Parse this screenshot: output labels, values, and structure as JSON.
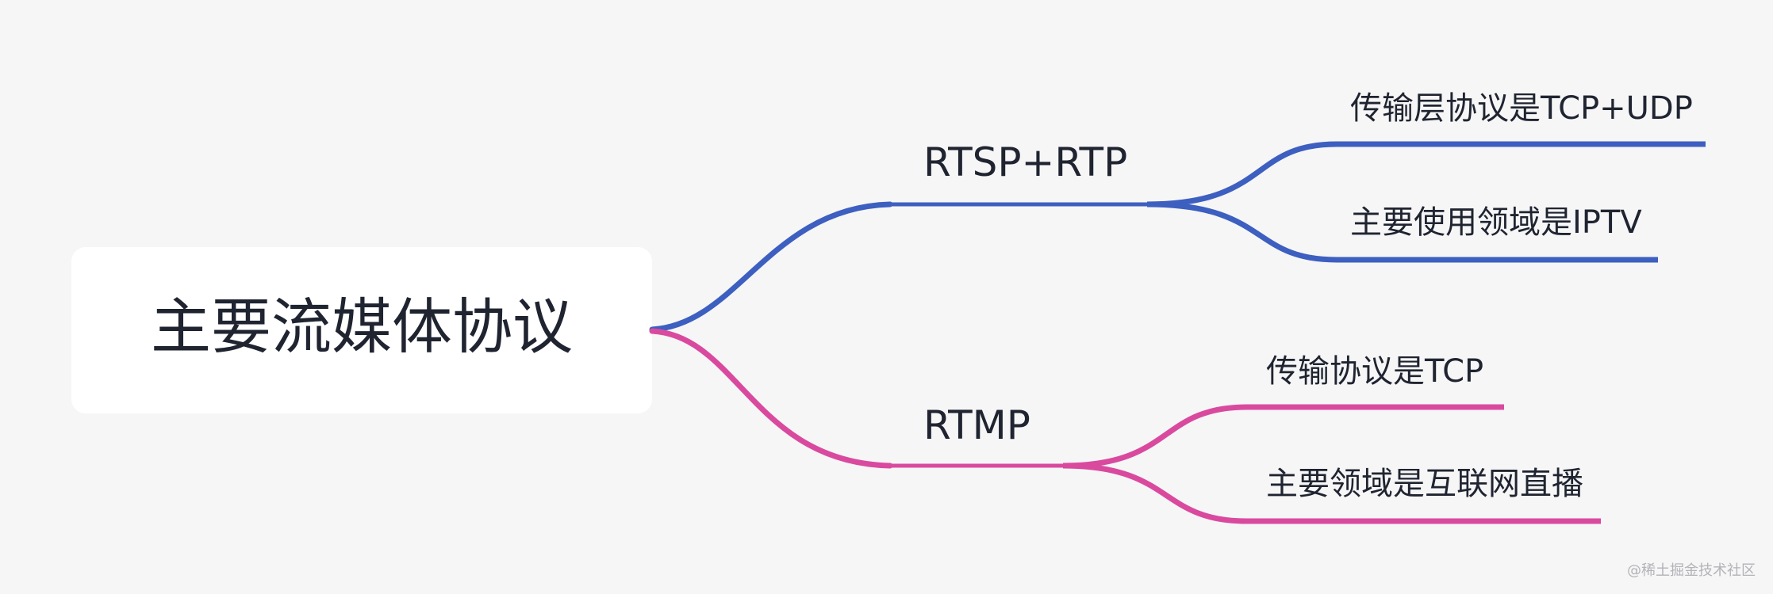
{
  "colors": {
    "background": "#f6f6f7",
    "root_box": "#ffffff",
    "branch_blue": "#3d5fc0",
    "branch_pink": "#d94a9f",
    "text": "#1f2430"
  },
  "root": {
    "label": "主要流媒体协议"
  },
  "branches": [
    {
      "label": "RTSP+RTP",
      "color": "#3d5fc0",
      "children": [
        {
          "label": "传输层协议是TCP+UDP"
        },
        {
          "label": "主要使用领域是IPTV"
        }
      ]
    },
    {
      "label": "RTMP",
      "color": "#d94a9f",
      "children": [
        {
          "label": "传输协议是TCP"
        },
        {
          "label": "主要领域是互联网直播"
        }
      ]
    }
  ],
  "watermark": "@稀土掘金技术社区"
}
